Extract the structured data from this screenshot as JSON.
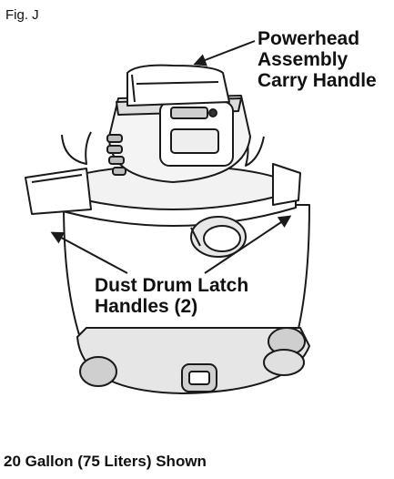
{
  "figure": {
    "label": "Fig. J"
  },
  "callouts": {
    "powerhead": [
      "Powerhead",
      "Assembly",
      "Carry Handle"
    ],
    "latches": [
      "Dust Drum Latch",
      "Handles (2)"
    ]
  },
  "caption": "20 Gallon (75 Liters) Shown",
  "colors": {
    "line": "#1a1a1a",
    "shade": "#d9d9d9",
    "fill": "#ffffff"
  }
}
